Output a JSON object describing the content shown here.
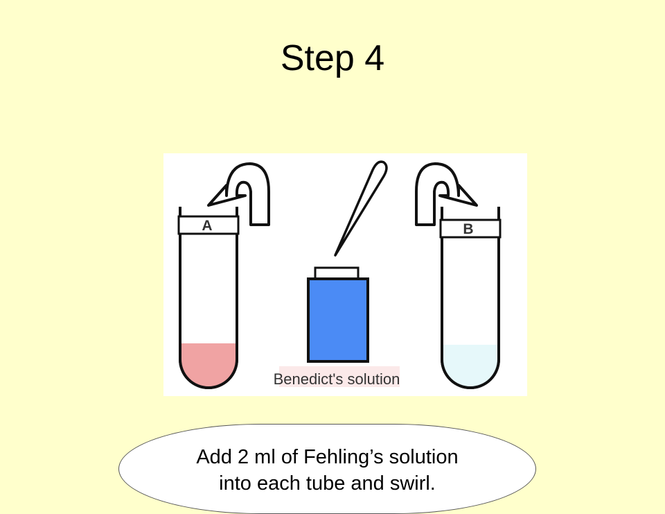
{
  "slide": {
    "title": "Step 4"
  },
  "diagram": {
    "tube_left_label": "A",
    "tube_right_label": "B",
    "bottle_label": "Benedict's solution",
    "colors": {
      "tube_a_liquid": "#f0a3a3",
      "tube_b_liquid": "#e6f8fa",
      "bottle": "#4b8bf5",
      "label_highlight": "#fbe9e9"
    }
  },
  "caption": {
    "line1": "Add 2 ml of Fehling’s solution",
    "line2": "into each tube and swirl."
  }
}
